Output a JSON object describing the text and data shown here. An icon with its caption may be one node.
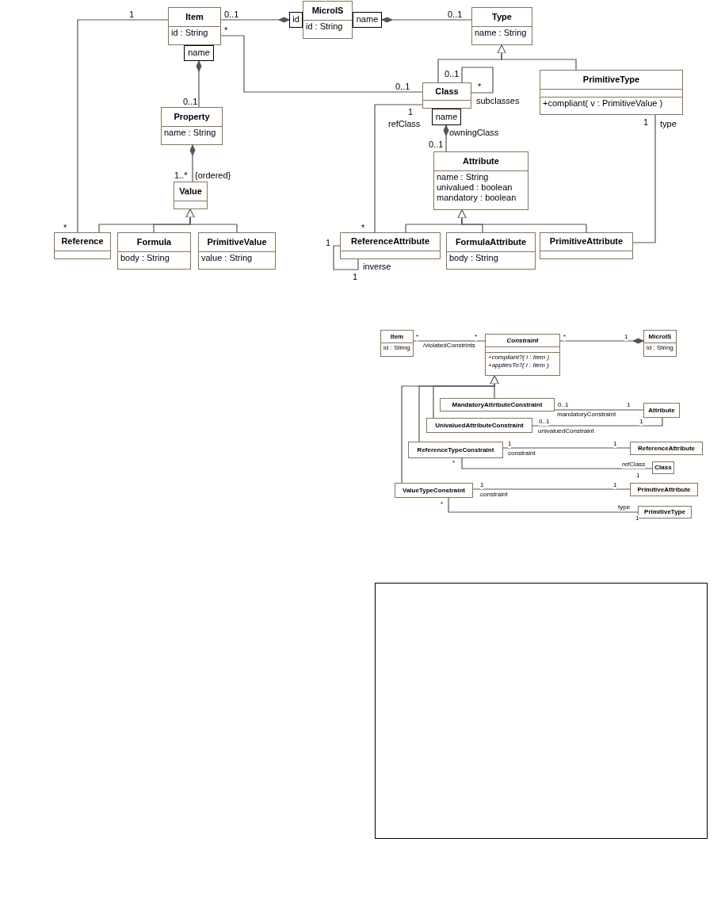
{
  "diagram": {
    "nodes": [
      {
        "text": [
          "Item",
          "id : String"
        ]
      },
      {
        "text": [
          "name"
        ]
      },
      {
        "text": [
          "id"
        ]
      },
      {
        "text": [
          "MicroIS",
          "id : String"
        ]
      },
      {
        "text": [
          "name"
        ]
      },
      {
        "text": [
          "Type",
          "name : String"
        ]
      },
      {
        "text": [
          "Property",
          "name : String"
        ]
      },
      {
        "text": [
          "Class"
        ]
      },
      {
        "text": [
          "name"
        ]
      },
      {
        "text": [
          "PrimitiveType",
          "+compliant( v : PrimitiveValue )"
        ]
      },
      {
        "text": [
          "Value"
        ]
      },
      {
        "text": [
          "Attribute",
          "name : String",
          "univalued : boolean",
          "mandatory : boolean"
        ]
      },
      {
        "text": [
          "Reference"
        ]
      },
      {
        "text": [
          "Formula",
          "body : String"
        ]
      },
      {
        "text": [
          "PrimitiveValue",
          "value : String"
        ]
      },
      {
        "text": [
          "ReferenceAttribute"
        ]
      },
      {
        "text": [
          "FormulaAttribute",
          "body : String"
        ]
      },
      {
        "text": [
          "PrimitiveAttribute"
        ]
      },
      {
        "text": [
          "Item",
          "id : String"
        ]
      },
      {
        "text": [
          "Constraint",
          "+compliant?( i : Item )",
          "+appliesTo?( i : Item )"
        ]
      },
      {
        "text": [
          "MicroIS",
          "id : String"
        ]
      },
      {
        "text": [
          "MandatoryAttributeConstraint"
        ]
      },
      {
        "text": [
          "Attribute"
        ]
      },
      {
        "text": [
          "UnivaluedAttributeConstraint"
        ]
      },
      {
        "text": [
          "ReferenceTypeConstraint"
        ]
      },
      {
        "text": [
          "ReferenceAttribute"
        ]
      },
      {
        "text": [
          "Class"
        ]
      },
      {
        "text": [
          "ValueTypeConstraint"
        ]
      },
      {
        "text": [
          "PrimitiveAttribute"
        ]
      },
      {
        "text": [
          "PrimitiveType"
        ]
      },
      {
        "text": [],
        "shape": "box"
      }
    ],
    "edges": [
      {
        "from": 0,
        "to": 2,
        "arrow": "other"
      },
      {
        "from": 5,
        "to": 4,
        "arrow": "other"
      },
      {
        "from": 6,
        "to": 1,
        "arrow": "other"
      },
      {
        "from": 10,
        "to": 6,
        "arrow": "other",
        "label": "{ordered}"
      },
      {
        "from": 12,
        "to": 0,
        "arrow": "none"
      },
      {
        "from": 7,
        "to": 0,
        "arrow": "none"
      },
      {
        "from": 7,
        "to": 5,
        "arrow": "to"
      },
      {
        "from": 9,
        "to": 5,
        "arrow": "to"
      },
      {
        "from": 7,
        "to": 7,
        "arrow": "none",
        "label": "subclasses"
      },
      {
        "from": 15,
        "to": 7,
        "arrow": "none",
        "label": "refClass"
      },
      {
        "from": 11,
        "to": 8,
        "arrow": "other",
        "label": "owningClass"
      },
      {
        "from": 12,
        "to": 10,
        "arrow": "to"
      },
      {
        "from": 13,
        "to": 10,
        "arrow": "to"
      },
      {
        "from": 14,
        "to": 10,
        "arrow": "to"
      },
      {
        "from": 15,
        "to": 11,
        "arrow": "to"
      },
      {
        "from": 16,
        "to": 11,
        "arrow": "to"
      },
      {
        "from": 17,
        "to": 11,
        "arrow": "to"
      },
      {
        "from": 15,
        "to": 15,
        "arrow": "none",
        "label": "inverse"
      },
      {
        "from": 17,
        "to": 9,
        "arrow": "none",
        "label": "type"
      },
      {
        "from": 18,
        "to": 19,
        "arrow": "none",
        "label": "/violatedConstrints"
      },
      {
        "from": 19,
        "to": 20,
        "arrow": "other"
      },
      {
        "from": 21,
        "to": 19,
        "arrow": "to"
      },
      {
        "from": 23,
        "to": 19,
        "arrow": "to"
      },
      {
        "from": 24,
        "to": 19,
        "arrow": "to"
      },
      {
        "from": 27,
        "to": 19,
        "arrow": "to"
      },
      {
        "from": 21,
        "to": 22,
        "arrow": "none",
        "label": "mandatoryConstraint"
      },
      {
        "from": 23,
        "to": 22,
        "arrow": "none",
        "label": "univaluedConstraint"
      },
      {
        "from": 24,
        "to": 25,
        "arrow": "none",
        "label": "constraint"
      },
      {
        "from": 24,
        "to": 26,
        "arrow": "none",
        "label": "refClass"
      },
      {
        "from": 27,
        "to": 28,
        "arrow": "none",
        "label": "constraint"
      },
      {
        "from": 27,
        "to": 29,
        "arrow": "none",
        "label": "type"
      }
    ],
    "labels": [
      "1",
      "0..1",
      "0..1",
      "*",
      "0..1",
      "*",
      "0..1",
      "0..1",
      "1",
      "1",
      "0..1",
      "1..*",
      "*",
      "*",
      "1",
      "1",
      "*",
      "*",
      "*",
      "1",
      "0..1",
      "1",
      "0..1",
      "1",
      "1",
      "1",
      "*",
      "1",
      "1",
      "1",
      "*",
      "1"
    ]
  }
}
